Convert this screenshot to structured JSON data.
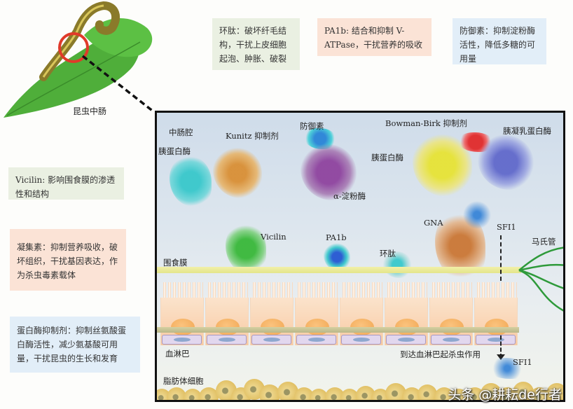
{
  "insect": {
    "label": "昆虫中肠"
  },
  "notes": {
    "cyclotide": "环肽：破坏纤毛结构，干扰上皮细胞起泡、肿胀、破裂",
    "pa1b": "PA1b: 结合和抑制 V-ATPase，干扰营养的吸收",
    "defensin": "防御素：抑制淀粉酶活性，降低多糖的可用量",
    "vicilin": "Vicilin: 影响围食膜的渗透性和结构",
    "lectin": "凝集素：抑制营养吸收，破坏组织，干扰基因表达，作为杀虫毒素载体",
    "protease_inhibitor": "蛋白酶抑制剂：抑制丝氨酸蛋白酶活性，减少氨基酸可用量，干扰昆虫的生长和发育"
  },
  "panel": {
    "midgut_lumen": "中肠腔",
    "trypsin_left": "胰蛋白酶",
    "kunitz": "Kunitz 抑制剂",
    "defensin": "防御素",
    "alpha_amylase": "α-淀粉酶",
    "bowman_birk": "Bowman-Birk 抑制剂",
    "trypsin_right": "胰蛋白酶",
    "chymotrypsin": "胰凝乳蛋白酶",
    "vicilin": "Vicilin",
    "pa1b": "PA1b",
    "gna": "GNA",
    "sfi1_top": "SFI1",
    "malpighian": "马氏管",
    "peritrophic": "围食膜",
    "cyclotide": "环肽",
    "hemolymph": "血淋巴",
    "reach_hemolymph": "到达血淋巴起杀虫作用",
    "sfi1_bottom": "SFI1",
    "fat_body": "脂肪体细胞"
  },
  "watermark": "头条 @耕耘de行者",
  "colors": {
    "note_green": "#eaf0e2",
    "note_peach": "#fbe3d6",
    "note_blue": "#e2eef8",
    "circle_red": "#e03a2a",
    "malpighian_green": "#2e9a3a"
  }
}
